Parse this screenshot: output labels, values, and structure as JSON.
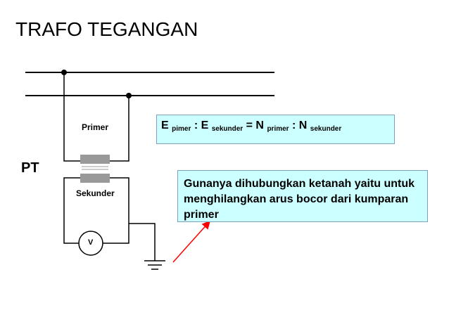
{
  "title": "TRAFO TEGANGAN",
  "device_label": "PT",
  "primary_label": "Primer",
  "secondary_label": "Sekunder",
  "meter_label": "V",
  "formula": {
    "e": "E",
    "pimer": "pimer",
    "colon1": ":",
    "e2": "E",
    "sekunder1": "sekunder",
    "equals": "= N",
    "primer": "primer",
    "colon2": ": N",
    "sekunder2": "sekunder"
  },
  "note": "Gunanya dihubungkan ketanah yaitu untuk menghilangkan  arus bocor dari kumparan primer",
  "colors": {
    "box_fill": "#ccffff",
    "arrow": "#ff0000",
    "core": "#999999"
  }
}
